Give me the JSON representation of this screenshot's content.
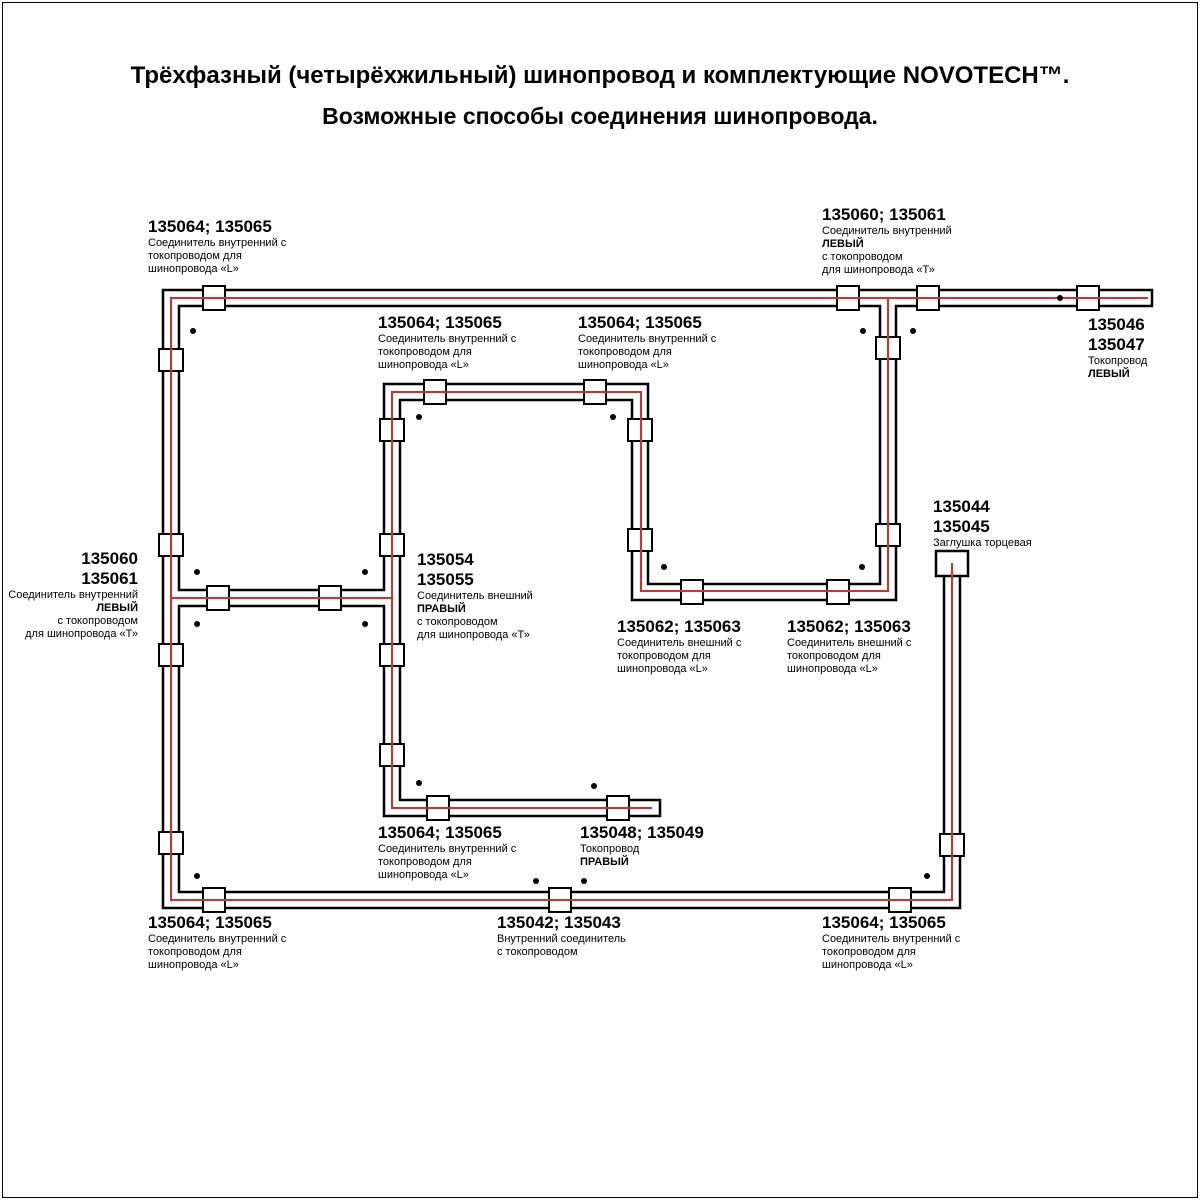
{
  "title": {
    "line1": "Трёхфазный (четырёхжильный) шинопровод и комплектующие NOVOTECH™.",
    "line2": "Возможные способы соединения шинопровода."
  },
  "colors": {
    "track": "#000000",
    "conductor": "#d42f2f",
    "background": "#ffffff"
  },
  "labels": {
    "top_left": {
      "num": "135064; 135065",
      "d1": "Соединитель внутренний с",
      "d2": "токопроводом для",
      "d3": "шинопровода «L»"
    },
    "mid_top_1": {
      "num": "135064; 135065",
      "d1": "Соединитель внутренний с",
      "d2": "токопроводом для",
      "d3": "шинопровода «L»"
    },
    "mid_top_2": {
      "num": "135064; 135065",
      "d1": "Соединитель внутренний с",
      "d2": "токопроводом для",
      "d3": "шинопровода «L»"
    },
    "top_right": {
      "num": "135060; 135061",
      "d1": "Соединитель внутренний",
      "d2": "ЛЕВЫЙ",
      "d3": "с токопроводом",
      "d4": "для шинопровода «Т»"
    },
    "feed_top_right": {
      "num1": "135046",
      "num2": "135047",
      "d1": "Токопровод",
      "d2": "ЛЕВЫЙ"
    },
    "left_t": {
      "num1": "135060",
      "num2": "135061",
      "d1": "Соединитель внутренний",
      "d2": "ЛЕВЫЙ",
      "d3": "с токопроводом",
      "d4": "для шинопровода «Т»"
    },
    "center_t": {
      "num1": "135054",
      "num2": "135055",
      "d1": "Соединитель внешний",
      "d2": "ПРАВЫЙ",
      "d3": "с токопроводом",
      "d4": "для шинопровода «Т»"
    },
    "endcap": {
      "num1": "135044",
      "num2": "135045",
      "d1": "Заглушка торцевая"
    },
    "ext_corner_1": {
      "num": "135062; 135063",
      "d1": "Соединитель внешний с",
      "d2": "токопроводом для",
      "d3": "шинопровода «L»"
    },
    "ext_corner_2": {
      "num": "135062; 135063",
      "d1": "Соединитель внешний с",
      "d2": "токопроводом для",
      "d3": "шинопровода «L»"
    },
    "inner_bottom": {
      "num": "135064; 135065",
      "d1": "Соединитель внутренний с",
      "d2": "токопроводом для",
      "d3": "шинопровода «L»"
    },
    "feed_bottom": {
      "num": "135048; 135049",
      "d1": "Токопровод",
      "d2": "ПРАВЫЙ"
    },
    "bottom_left": {
      "num": "135064; 135065",
      "d1": "Соединитель внутренний с",
      "d2": "токопроводом для",
      "d3": "шинопровода «L»"
    },
    "bottom_center": {
      "num": "135042; 135043",
      "d1": "Внутренний соединитель",
      "d2": "с токопроводом"
    },
    "bottom_right": {
      "num": "135064; 135065",
      "d1": "Соединитель внутренний с",
      "d2": "токопроводом для",
      "d3": "шинопровода «L»"
    }
  }
}
